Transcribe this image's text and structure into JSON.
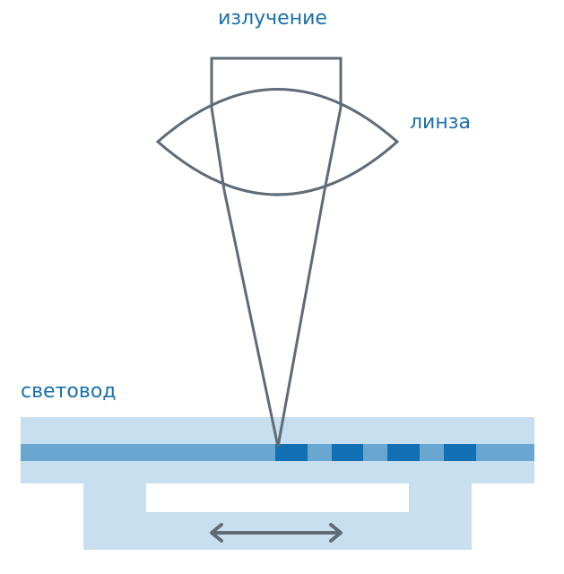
{
  "labels": {
    "radiation": "излучение",
    "lens": "линза",
    "fiber": "световод"
  },
  "colors": {
    "text": "#1a6fad",
    "outline": "#5f6b77",
    "cladding": "#c7dfee",
    "core": "#6aa7d0",
    "grating_mark": "#1270b5",
    "background": "#ffffff"
  }
}
